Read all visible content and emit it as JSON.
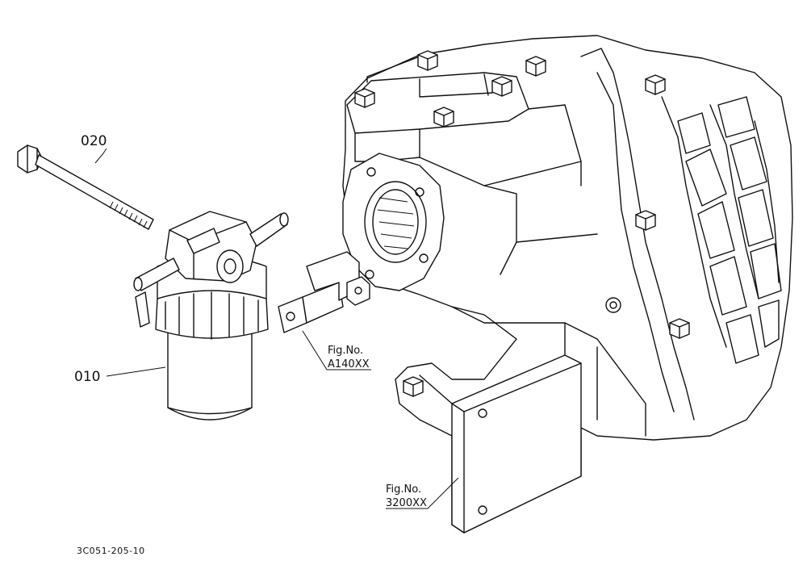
{
  "labels": {
    "part_010": "010",
    "part_020": "020",
    "ref_a_title": "Fig.No.",
    "ref_a_code": "A140XX",
    "ref_b_title": "Fig.No.",
    "ref_b_code": "3200XX",
    "drawing_id": "3C051-205-10"
  }
}
